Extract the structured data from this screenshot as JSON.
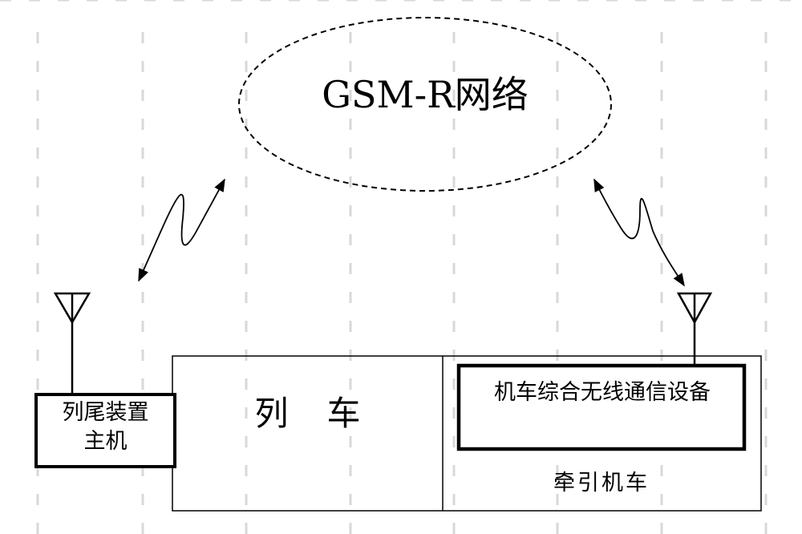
{
  "network": {
    "label": "GSM-R网络"
  },
  "eot_device": {
    "label_line1": "列尾装置",
    "label_line2": "主机"
  },
  "train": {
    "label": "列车"
  },
  "locomotive": {
    "cir_label": "机车综合无线通信设备",
    "label": "牵引机车"
  }
}
